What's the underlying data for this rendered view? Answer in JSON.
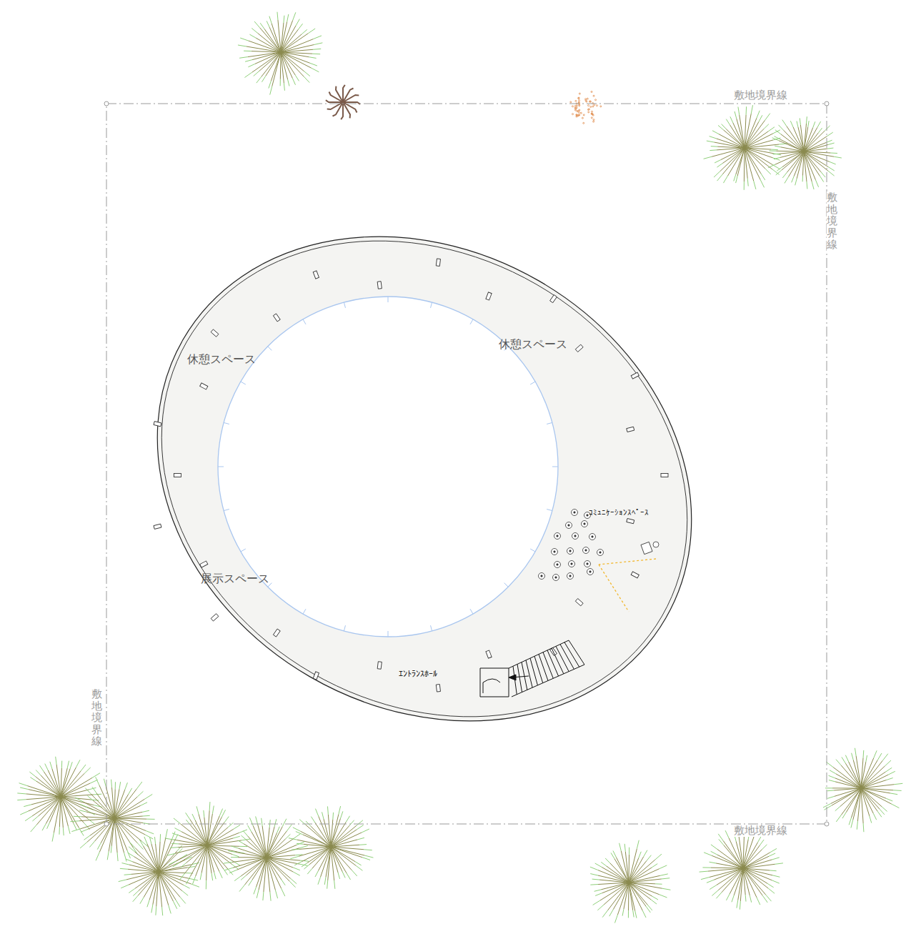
{
  "diagram": {
    "labels": [
      "敷地境界線",
      "敷地境界線",
      "敷地境界線",
      "敷地境界線",
      "休憩スペース",
      "休憩スペース",
      "展示スペース",
      "ｺﾐｭﾆｹｰｼｮﾝｽﾍﾟｰｽ",
      "ｴﾝﾄﾗﾝｽﾎｰﾙ"
    ]
  }
}
